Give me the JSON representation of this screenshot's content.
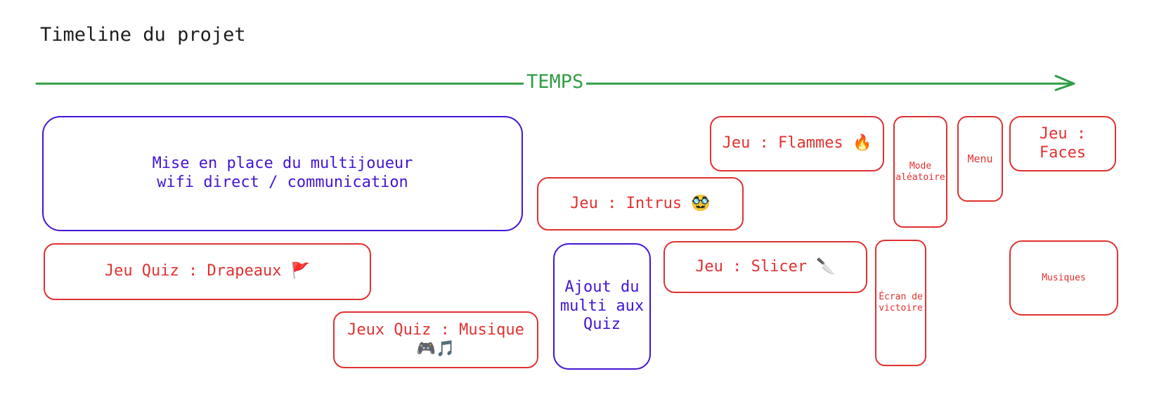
{
  "title": "Timeline du projet",
  "axis": {
    "label": "TEMPS",
    "color": "#2f9e44"
  },
  "colors": {
    "red": "#e03131",
    "purple": "#4414d4"
  },
  "boxes": {
    "multiplayer": {
      "line1": "Mise en place du multijoueur",
      "line2": "wifi direct / communication"
    },
    "drapeaux": {
      "text": "Jeu Quiz : Drapeaux",
      "emoji": "🚩"
    },
    "musique": {
      "line1": "Jeux Quiz : Musique",
      "emoji": "🎮🎵"
    },
    "intrus": {
      "text": "Jeu : Intrus",
      "emoji": "🥸"
    },
    "ajout": {
      "line1": "Ajout du",
      "line2": "multi aux",
      "line3": "Quiz"
    },
    "flammes": {
      "text": "Jeu : Flammes",
      "emoji": "🔥"
    },
    "slicer": {
      "text": "Jeu : Slicer",
      "emoji": "🔪"
    },
    "mode": {
      "line1": "Mode",
      "line2": "aléatoire"
    },
    "ecran": {
      "line1": "Écran de",
      "line2": "victoire"
    },
    "menu": {
      "text": "Menu"
    },
    "faces": {
      "line1": "Jeu :",
      "line2": "Faces"
    },
    "musiques": {
      "text": "Musiques"
    }
  }
}
